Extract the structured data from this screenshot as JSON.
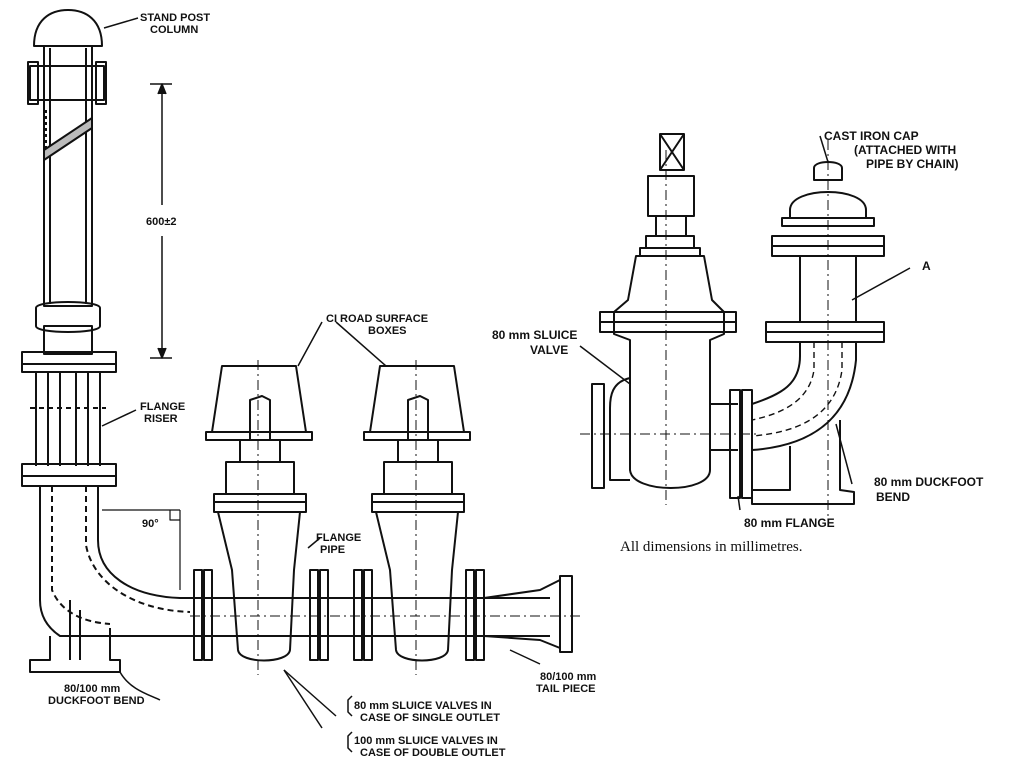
{
  "labels": {
    "stand_post_line1": "STAND POST",
    "stand_post_line2": "COLUMN",
    "dimension": "600±2",
    "flange_riser_line1": "FLANGE",
    "flange_riser_line2": "RISER",
    "angle": "90°",
    "ci_road_line1": "CI ROAD SURFACE",
    "ci_road_line2": "BOXES",
    "flange_pipe_line1": "FLANGE",
    "flange_pipe_line2": "PIPE",
    "duckfoot_left_line1": "80/100 mm",
    "duckfoot_left_line2": "DUCKFOOT BEND",
    "tail_piece_line1": "80/100 mm",
    "tail_piece_line2": "TAIL PIECE",
    "sluice_single_line1": "80 mm SLUICE VALVES IN",
    "sluice_single_line2": "CASE OF SINGLE OUTLET",
    "sluice_double_line1": "100 mm SLUICE VALVES IN",
    "sluice_double_line2": "CASE OF DOUBLE OUTLET",
    "cast_iron_line1": "CAST IRON CAP",
    "cast_iron_line2": "(ATTACHED WITH",
    "cast_iron_line3": "PIPE BY CHAIN)",
    "point_a": "A",
    "sluice_valve_line1": "80 mm SLUICE",
    "sluice_valve_line2": "VALVE",
    "duckfoot_right_line1": "80 mm DUCKFOOT",
    "duckfoot_right_line2": "BEND",
    "flange_80": "80 mm FLANGE",
    "note": "All dimensions in millimetres."
  }
}
